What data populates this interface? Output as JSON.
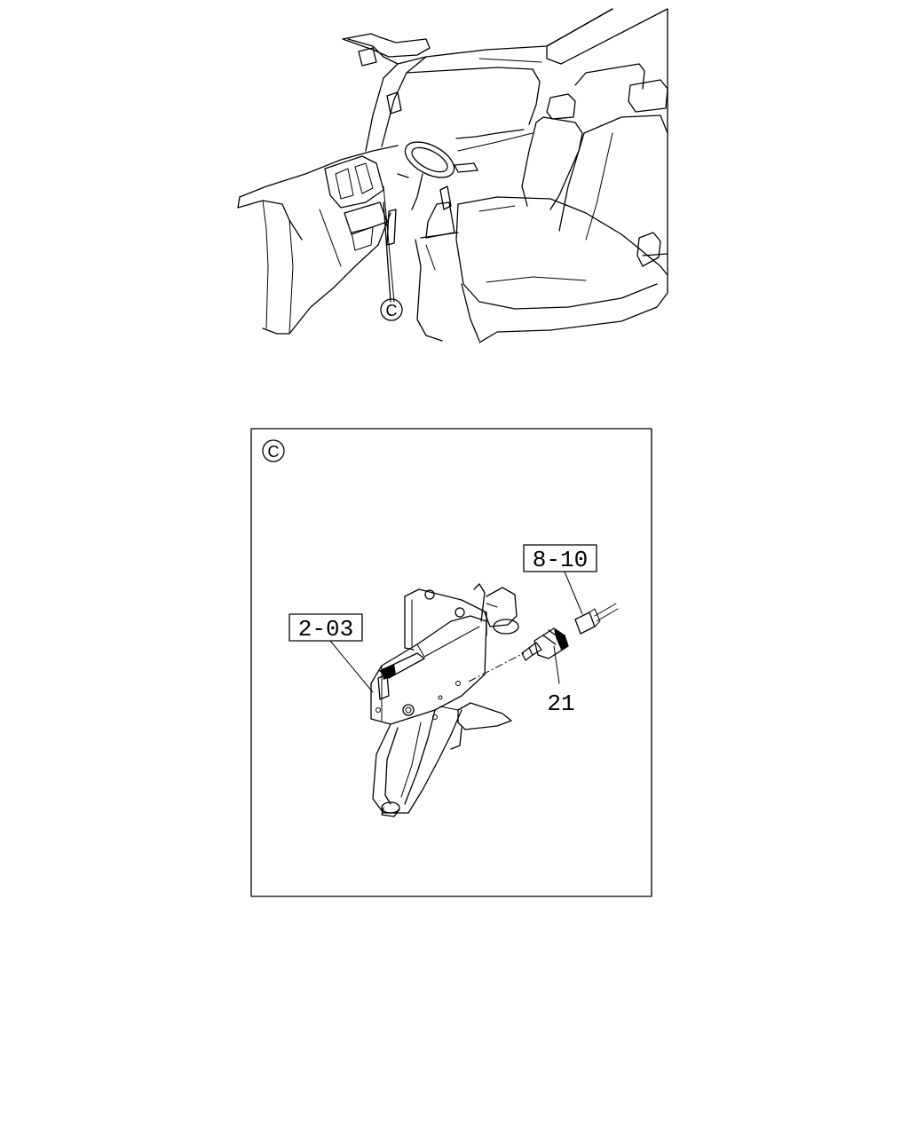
{
  "overview": {
    "view_callout": "C"
  },
  "detail": {
    "view_callout": "C",
    "labels": {
      "connector_ref": "8-10",
      "pedal_ref": "2-03",
      "switch_part": "21"
    }
  }
}
